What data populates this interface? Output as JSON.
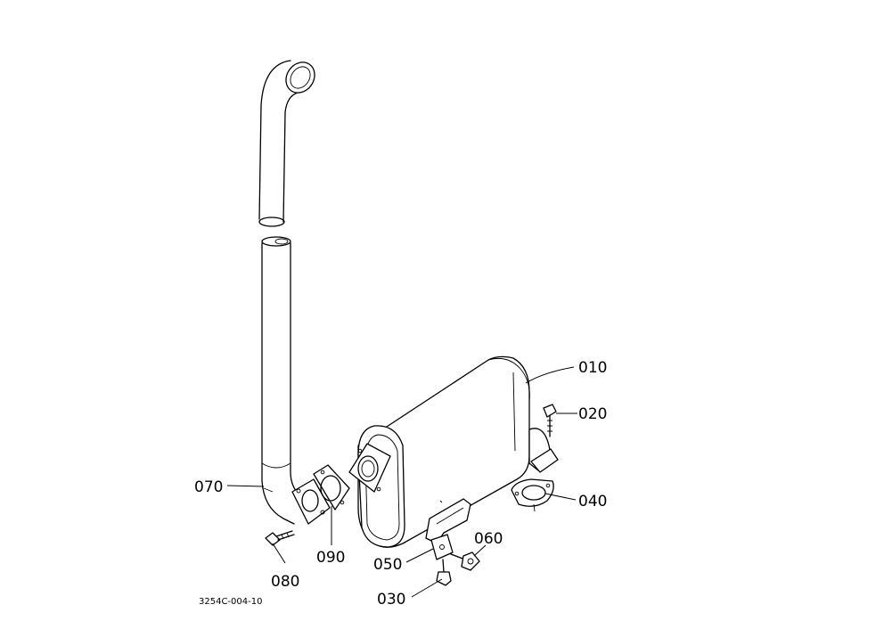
{
  "diagram": {
    "reference_code": "3254C-004-10",
    "callouts": {
      "muffler": "010",
      "bolt_top": "020",
      "bolt_bottom": "030",
      "gasket_outlet": "040",
      "bracket": "050",
      "bolt_bracket": "060",
      "exhaust_pipe": "070",
      "bolt_pipe": "080",
      "gasket_inlet": "090"
    }
  }
}
